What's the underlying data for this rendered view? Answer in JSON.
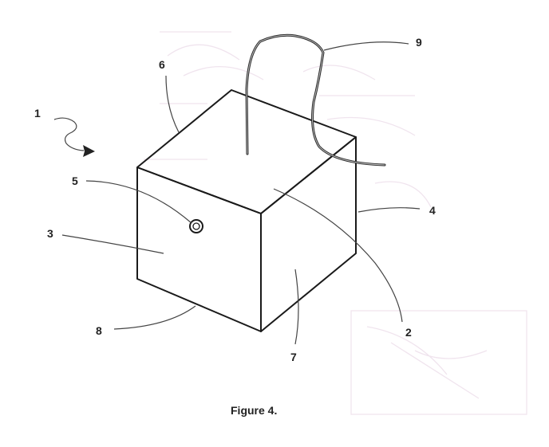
{
  "figure": {
    "caption": "Figure 4.",
    "labels": {
      "l1": "1",
      "l2": "2",
      "l3": "3",
      "l4": "4",
      "l5": "5",
      "l6": "6",
      "l7": "7",
      "l8": "8",
      "l9": "9"
    }
  }
}
